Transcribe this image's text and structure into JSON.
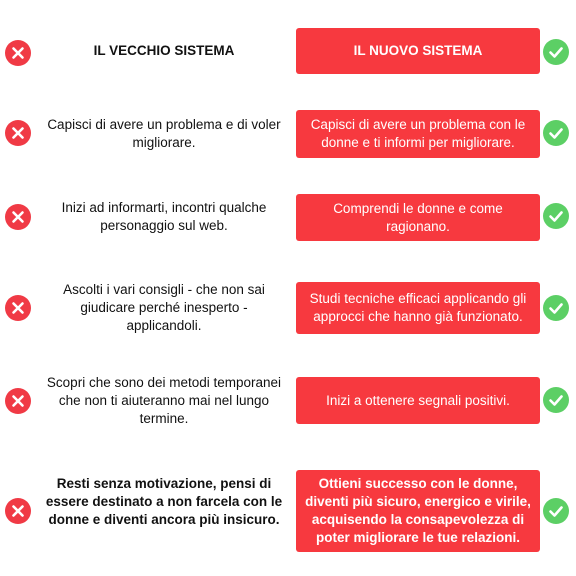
{
  "colors": {
    "new_box": "#f7393f",
    "x_icon": "#f03a45",
    "check_icon": "#5ccf65"
  },
  "icons": {
    "left": "x-circle-icon",
    "right": "check-circle-icon"
  },
  "header": {
    "old": "IL VECCHIO SISTEMA",
    "new": "IL NUOVO SISTEMA"
  },
  "rows": [
    {
      "old": "Capisci di avere un problema e di voler migliorare.",
      "new": "Capisci di avere un problema con le donne e ti informi per migliorare."
    },
    {
      "old": "Inizi ad informarti, incontri qualche personaggio sul web.",
      "new": "Comprendi le donne e come ragionano."
    },
    {
      "old": "Ascolti i vari consigli - che non sai giudicare perché inesperto - applicandoli.",
      "new": "Studi tecniche efficaci applicando gli approcci che hanno già funzionato."
    },
    {
      "old": "Scopri che sono dei metodi temporanei che non ti aiuteranno mai nel lungo termine.",
      "new": "Inizi a ottenere segnali positivi."
    },
    {
      "old": "Resti senza motivazione, pensi di essere destinato a non farcela con le donne e diventi ancora più insicuro.",
      "new": "Ottieni successo con le donne, diventi più sicuro, energico e virile, acquisendo la consapevolezza di poter migliorare le tue relazioni."
    }
  ]
}
